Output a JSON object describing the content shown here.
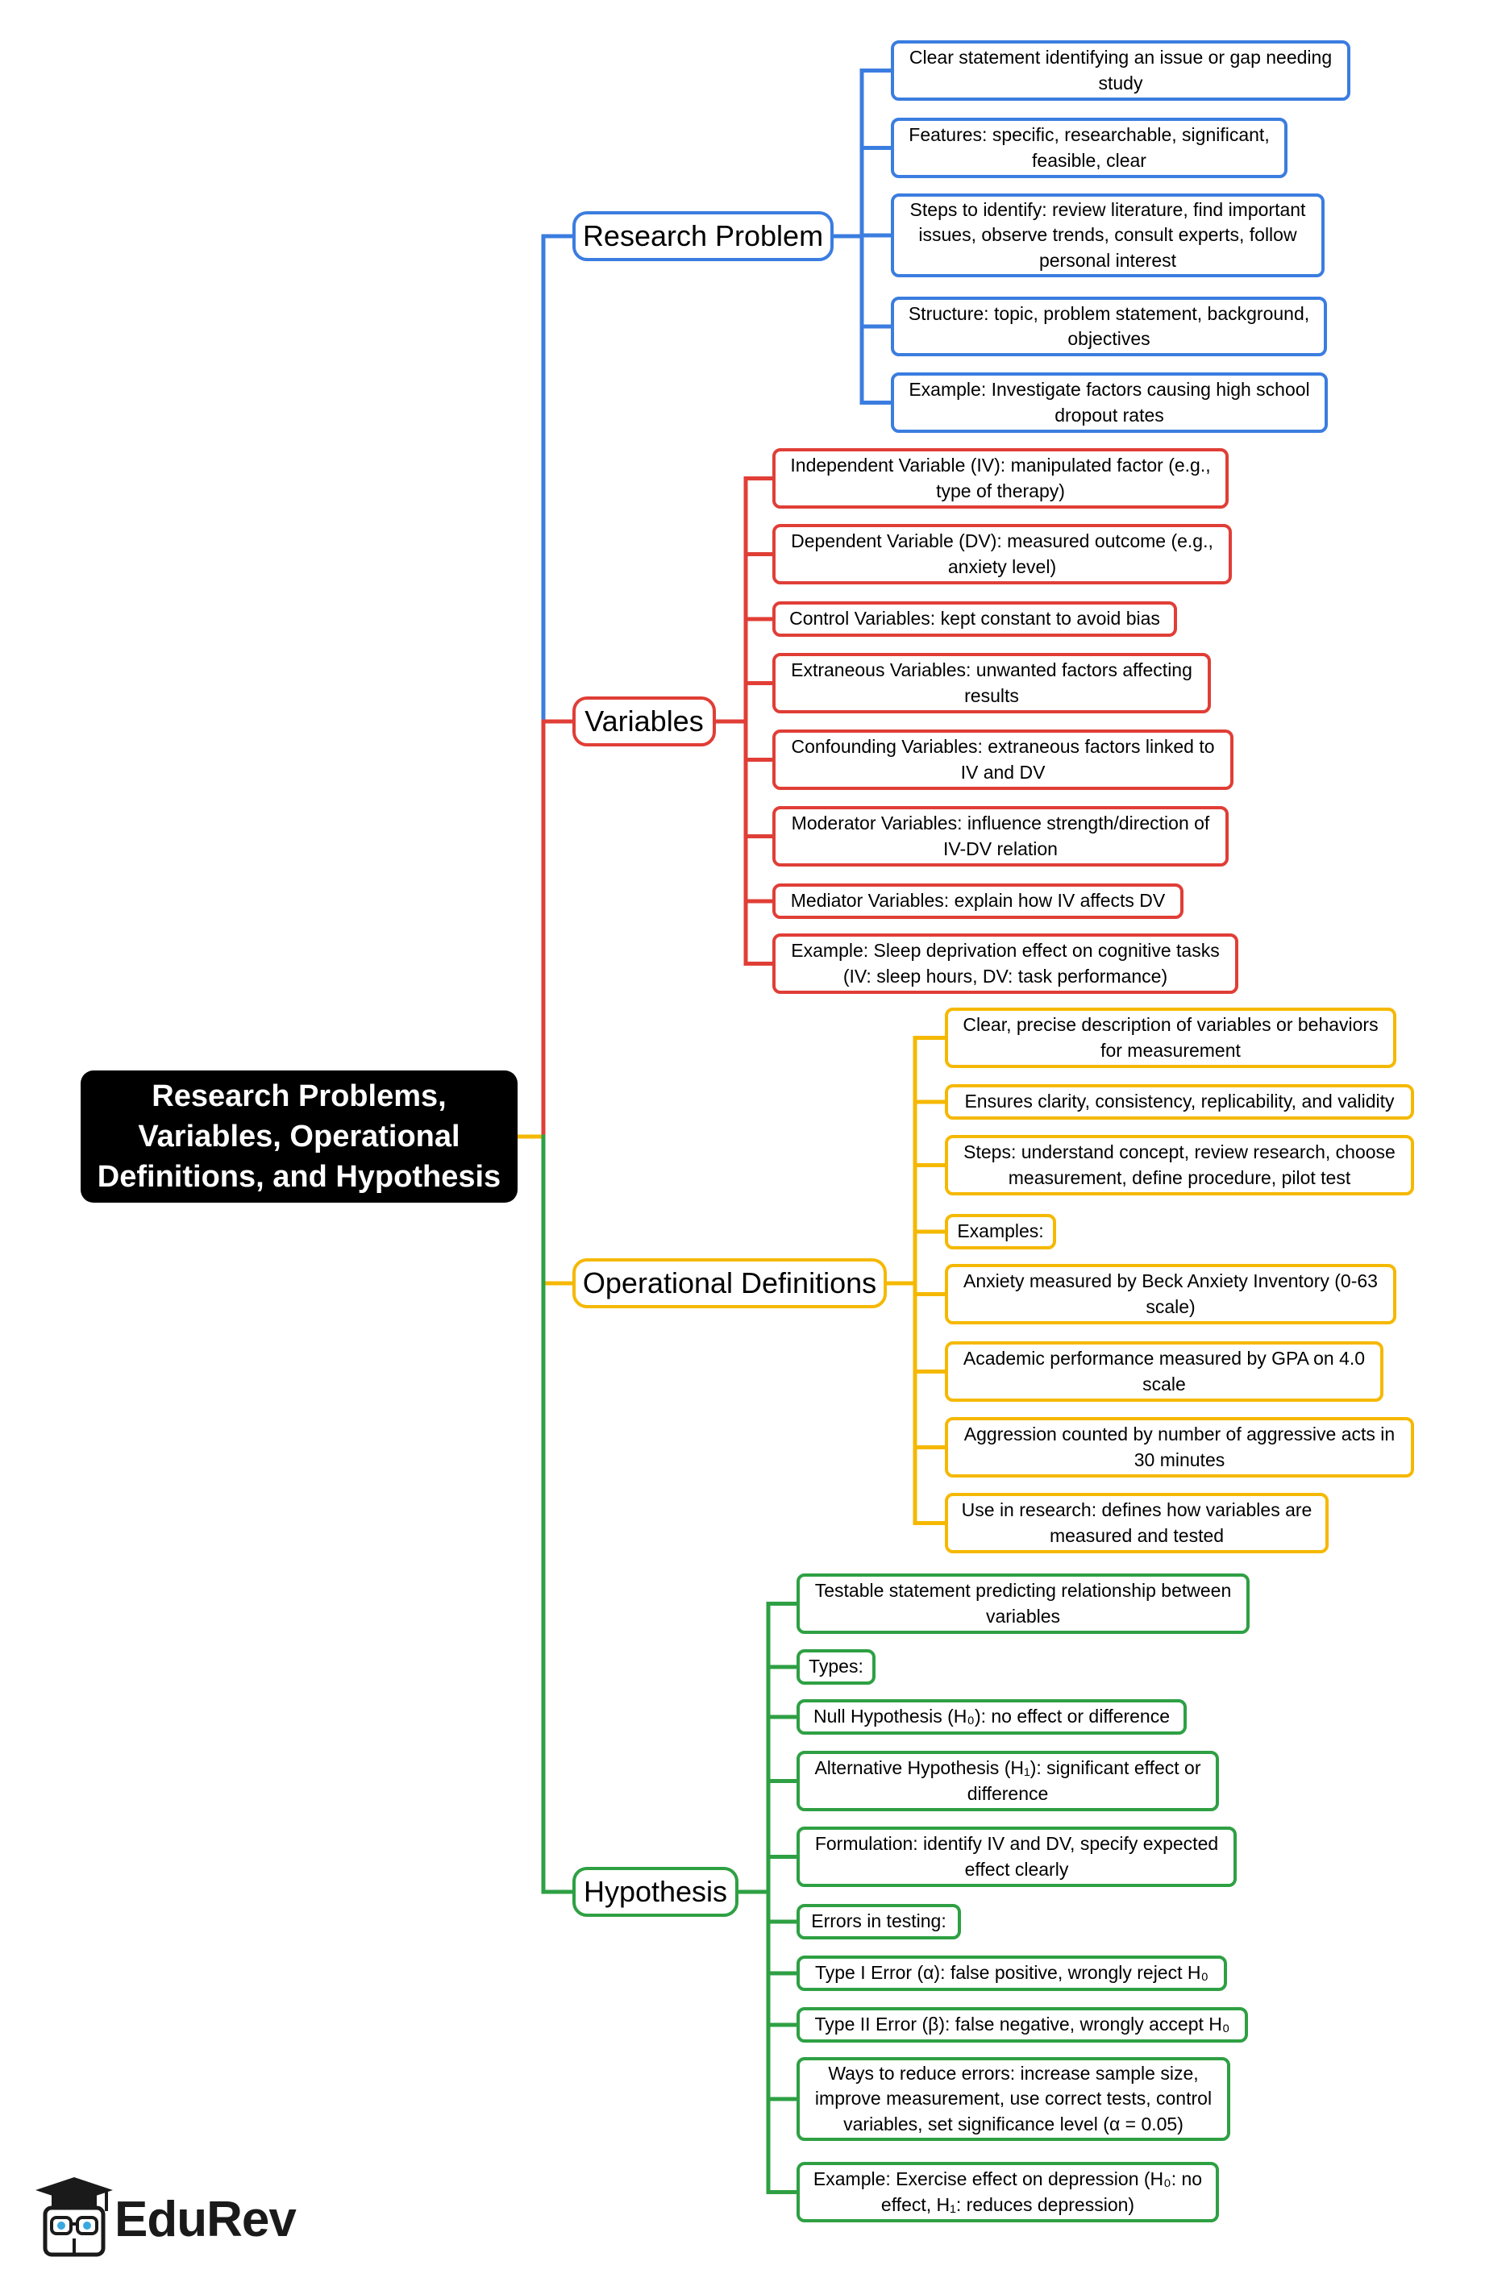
{
  "root": {
    "title": "Research Problems, Variables, Operational Definitions, and Hypothesis"
  },
  "branches": [
    {
      "key": "research-problem",
      "label": "Research Problem",
      "color": "#3b7de0",
      "items": [
        "Clear statement identifying an issue or gap needing study",
        "Features: specific, researchable, significant, feasible, clear",
        "Steps to identify: review literature, find important issues, observe trends, consult experts, follow personal interest",
        "Structure: topic, problem statement, background, objectives",
        "Example: Investigate factors causing high school dropout rates"
      ]
    },
    {
      "key": "variables",
      "label": "Variables",
      "color": "#e03e36",
      "items": [
        "Independent Variable (IV): manipulated factor (e.g., type of therapy)",
        "Dependent Variable (DV): measured outcome (e.g., anxiety level)",
        "Control Variables: kept constant to avoid bias",
        "Extraneous Variables: unwanted factors affecting results",
        "Confounding Variables: extraneous factors linked to IV and DV",
        "Moderator Variables: influence strength/direction of IV-DV relation",
        "Mediator Variables: explain how IV affects DV",
        "Example: Sleep deprivation effect on cognitive tasks (IV: sleep hours, DV: task performance)"
      ]
    },
    {
      "key": "operational-definitions",
      "label": "Operational Definitions",
      "color": "#f5b800",
      "items": [
        "Clear, precise description of variables or behaviors for measurement",
        "Ensures clarity, consistency, replicability, and validity",
        "Steps: understand concept, review research, choose measurement, define procedure, pilot test",
        "Examples:",
        "Anxiety measured by Beck Anxiety Inventory (0-63 scale)",
        "Academic performance measured by GPA on 4.0 scale",
        "Aggression counted by number of aggressive acts in 30 minutes",
        "Use in research: defines how variables are measured and tested"
      ]
    },
    {
      "key": "hypothesis",
      "label": "Hypothesis",
      "color": "#2ea043",
      "items": [
        "Testable statement predicting relationship between variables",
        "Types:",
        "Null Hypothesis (H₀): no effect or difference",
        "Alternative Hypothesis (H₁): significant effect or difference",
        "Formulation: identify IV and DV, specify expected effect clearly",
        "Errors in testing:",
        "Type I Error (α): false positive, wrongly reject H₀",
        "Type II Error (β): false negative, wrongly accept H₀",
        "Ways to reduce errors: increase sample size, improve measurement, use correct tests, control variables, set significance level (α = 0.05)",
        "Example: Exercise effect on depression (H₀: no effect, H₁: reduces depression)"
      ]
    }
  ],
  "logo": {
    "text": "EduRev"
  }
}
